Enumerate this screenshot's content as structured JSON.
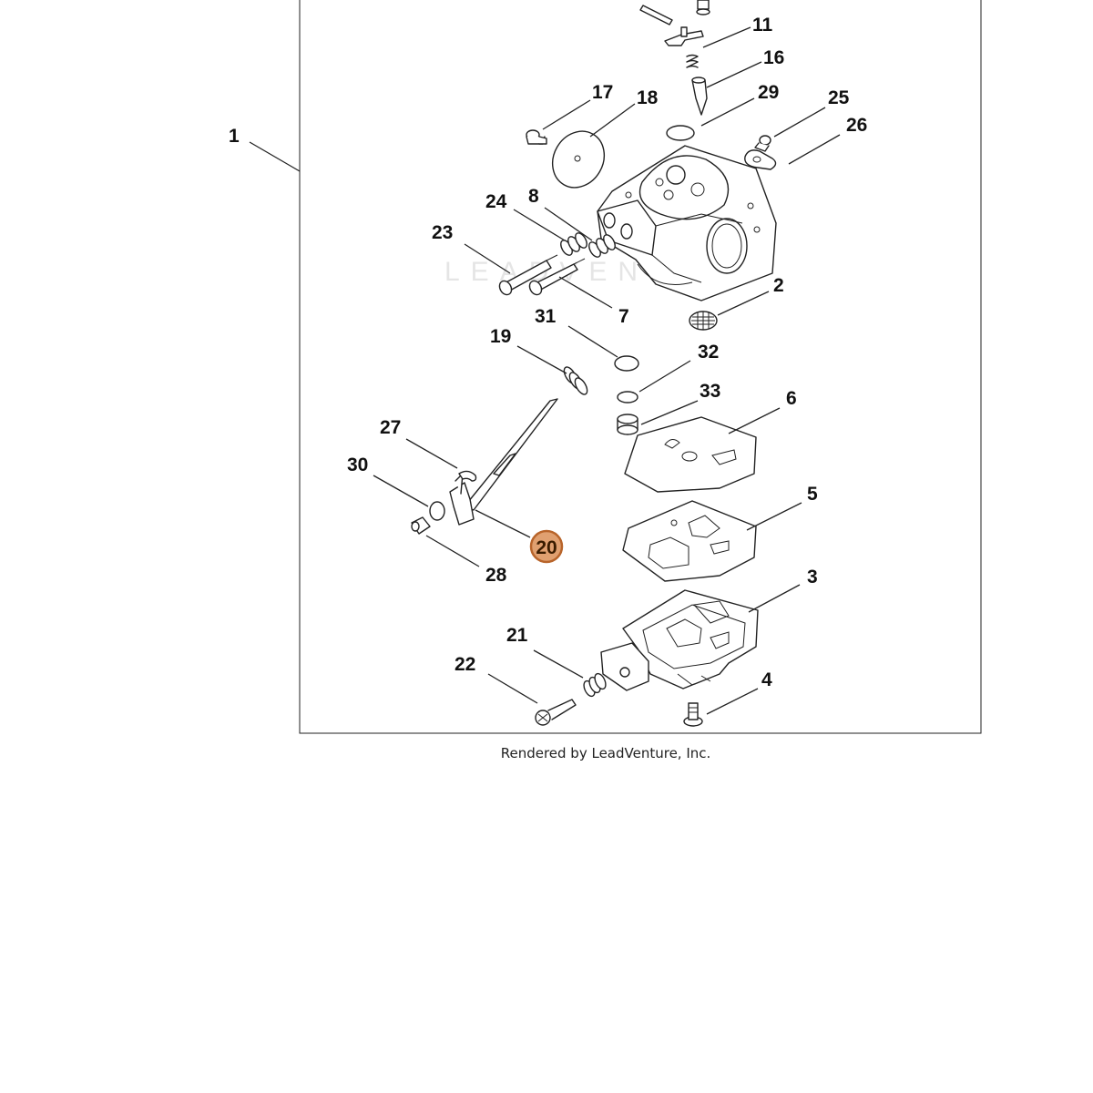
{
  "diagram": {
    "watermark": "LEADVENTURE",
    "credit": "Rendered by LeadVenture, Inc.",
    "highlighted_part": "20",
    "callouts": {
      "c1": "1",
      "c2": "2",
      "c3": "3",
      "c4": "4",
      "c5": "5",
      "c6": "6",
      "c7": "7",
      "c8": "8",
      "c11": "11",
      "c16": "16",
      "c17": "17",
      "c18": "18",
      "c19": "19",
      "c21": "21",
      "c22": "22",
      "c23": "23",
      "c24": "24",
      "c25": "25",
      "c26": "26",
      "c27": "27",
      "c28": "28",
      "c29": "29",
      "c30": "30",
      "c31": "31",
      "c32": "32",
      "c33": "33"
    },
    "colors": {
      "highlight_fill": "#e0a070",
      "highlight_stroke": "#b8642a"
    }
  }
}
